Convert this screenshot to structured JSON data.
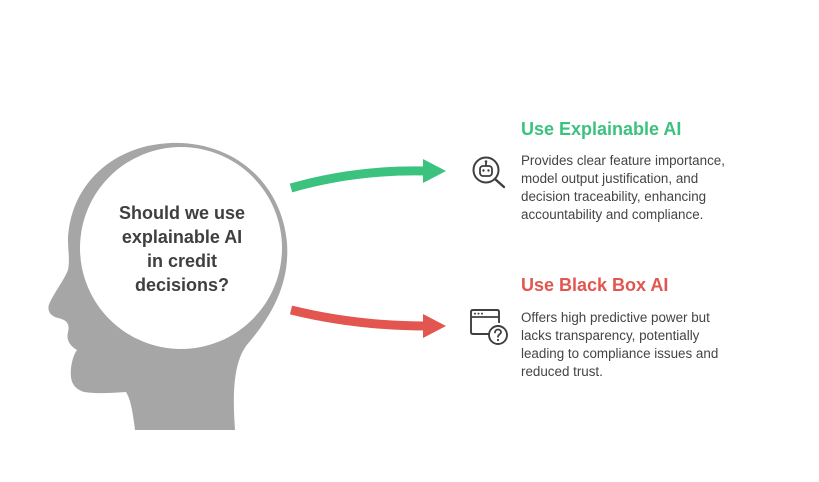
{
  "question": {
    "lines": [
      "Should we use",
      "explainable AI",
      "in credit",
      "decisions?"
    ]
  },
  "colors": {
    "head": "#a6a6a6",
    "explainable": "#3cc27f",
    "blackbox": "#e2564f",
    "text": "#444444",
    "question_text": "#3f3f3f",
    "icon_stroke": "#3f3f3f"
  },
  "options": [
    {
      "title": "Use Explainable AI",
      "description_lines": [
        "Provides clear feature importance,",
        "model output justification, and",
        "decision traceability, enhancing",
        "accountability and compliance."
      ],
      "icon": "robot-magnifier-icon",
      "color": "#3cc27f"
    },
    {
      "title": "Use Black Box AI",
      "description_lines": [
        "Offers high predictive power but",
        "lacks transparency, potentially",
        "leading to compliance issues and",
        "reduced trust."
      ],
      "icon": "browser-question-icon",
      "color": "#e2564f"
    }
  ]
}
